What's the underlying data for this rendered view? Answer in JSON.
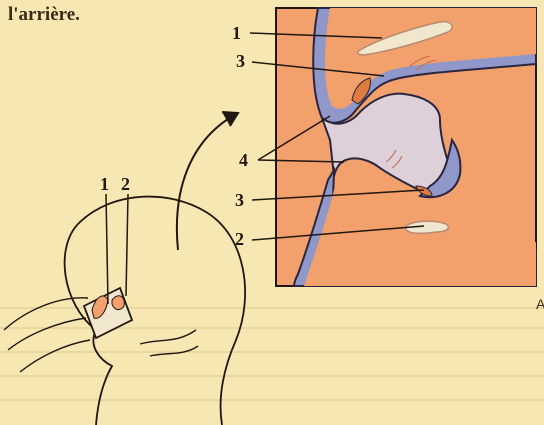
{
  "caption_top": "l'arrière.",
  "edge_letter": "A",
  "labels": {
    "detail_1": "1",
    "detail_3a": "3",
    "detail_4": "4",
    "detail_3b": "3",
    "detail_2": "2",
    "head_1": "1",
    "head_2": "2"
  },
  "colors": {
    "background": "#f6e7b3",
    "tissue": "#f2a06c",
    "membrane": "#8f98c8",
    "outline": "#2a2540",
    "cavity": "#ddd0d8",
    "bone": "#f1e7cf",
    "line": "#1f1710"
  }
}
